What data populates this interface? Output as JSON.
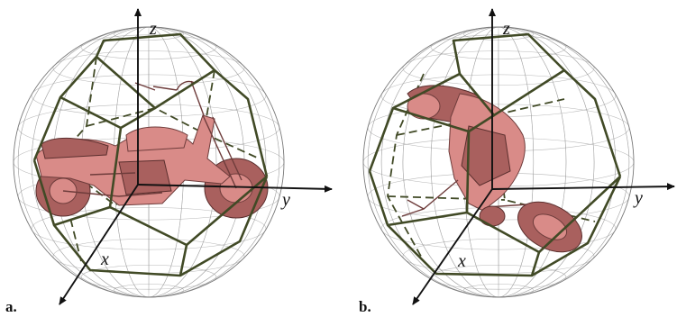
{
  "colors": {
    "background": "#ffffff",
    "polyhedron": "#414a26",
    "sphere_mesh": "#9a9a9a",
    "motorcycle": "#d98b88",
    "axes": "#111111"
  },
  "panels": [
    {
      "label": "a.",
      "axes": {
        "x": "x",
        "y": "y",
        "z": "z"
      }
    },
    {
      "label": "b.",
      "axes": {
        "x": "x",
        "y": "y",
        "z": "z"
      }
    }
  ]
}
